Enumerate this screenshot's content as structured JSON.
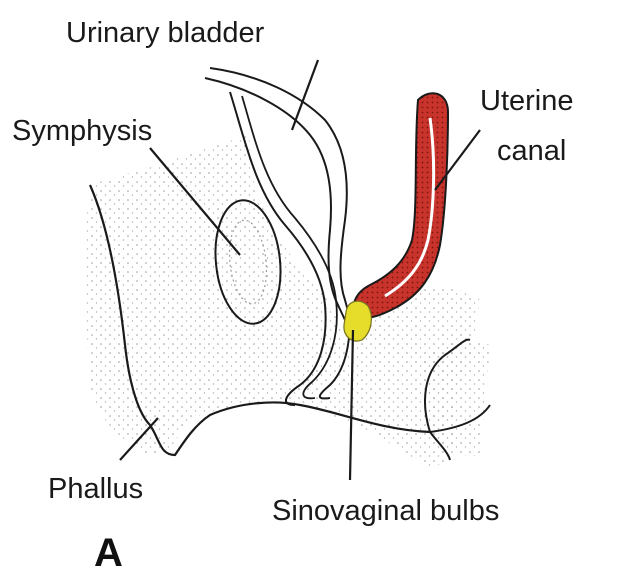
{
  "labels": {
    "urinary_bladder": "Urinary bladder",
    "symphysis": "Symphysis",
    "uterine_line1": "Uterine",
    "uterine_line2": "canal",
    "phallus": "Phallus",
    "sinovaginal_bulbs": "Sinovaginal bulbs",
    "panel": "A"
  },
  "colors": {
    "uterine_canal": "#c8342c",
    "sinovaginal_bulbs": "#e6dc2a",
    "stipple": "#9a9a9a",
    "outline": "#1a1a1a"
  }
}
